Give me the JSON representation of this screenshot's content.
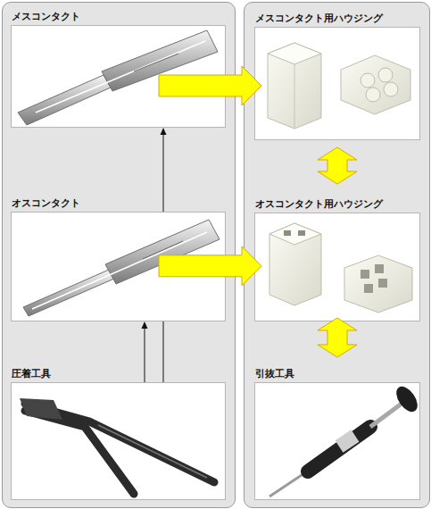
{
  "diagram": {
    "nodes": [
      {
        "text": [
          "メスコンタクト"
        ]
      },
      {
        "text": [
          "オスコンタクト"
        ]
      },
      {
        "text": [
          "圧着工具"
        ]
      },
      {
        "text": [
          "メスコンタクト用ハウジング"
        ]
      },
      {
        "text": [
          "オスコンタクト用ハウジング"
        ]
      },
      {
        "text": [
          "引抜工具"
        ]
      }
    ],
    "edges": [
      {
        "from": 0,
        "to": 3,
        "arrow": "to"
      },
      {
        "from": 1,
        "to": 4,
        "arrow": "to"
      },
      {
        "from": 3,
        "to": 4,
        "arrow": "both"
      },
      {
        "from": 4,
        "to": 5,
        "arrow": "both"
      },
      {
        "from": 2,
        "to": 1,
        "arrow": "to"
      },
      {
        "from": 2,
        "to": 0,
        "arrow": "to"
      }
    ]
  }
}
